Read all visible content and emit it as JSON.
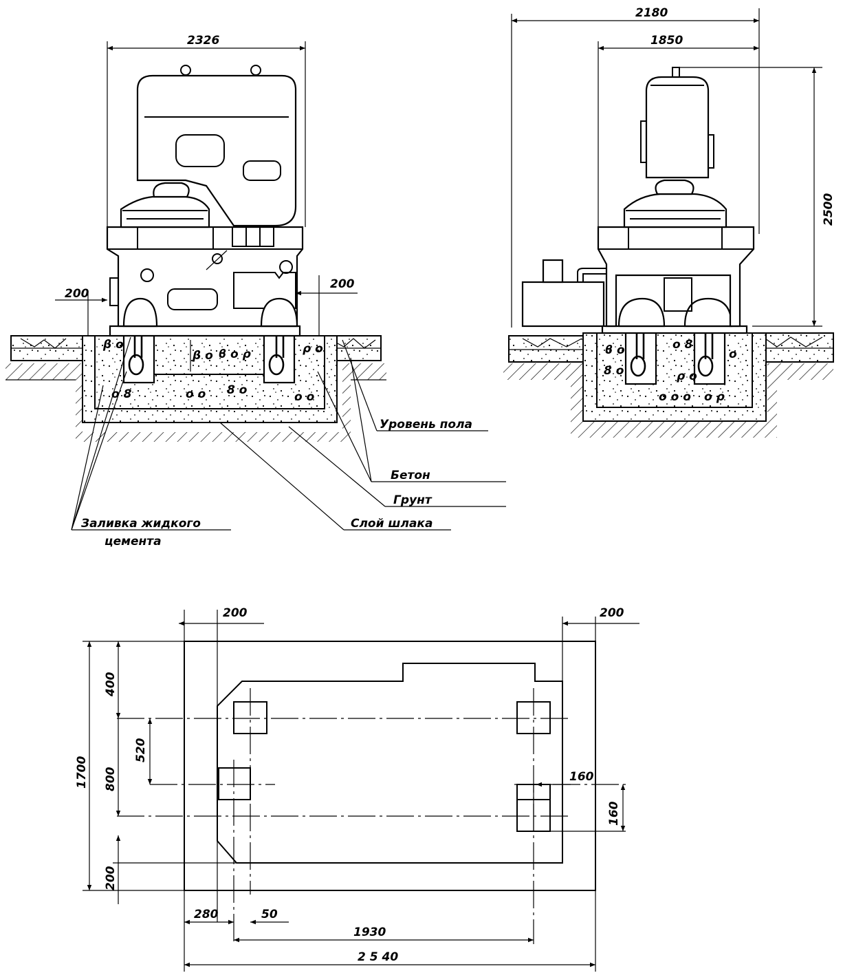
{
  "front_view": {
    "dim_width": "2326",
    "dim_left_offset": "200",
    "dim_right_offset": "200"
  },
  "side_view": {
    "dim_overall": "2180",
    "dim_body": "1850",
    "dim_height": "2500"
  },
  "legend": {
    "floor_level": "Уровень пола",
    "concrete": "Бетон",
    "soil": "Грунт",
    "slag_layer": "Слой шлака",
    "grout_line1": "Заливка жидкого",
    "grout_line2": "цемента"
  },
  "plan_view": {
    "dim_top_left": "200",
    "dim_top_right": "200",
    "dim_v_400": "400",
    "dim_v_520": "520",
    "dim_v_800": "800",
    "dim_v_1700": "1700",
    "dim_v_200": "200",
    "dim_h_160": "160",
    "dim_v_160": "160",
    "dim_280": "280",
    "dim_50": "50",
    "dim_1930": "1930",
    "dim_2540": "2 5 40"
  }
}
